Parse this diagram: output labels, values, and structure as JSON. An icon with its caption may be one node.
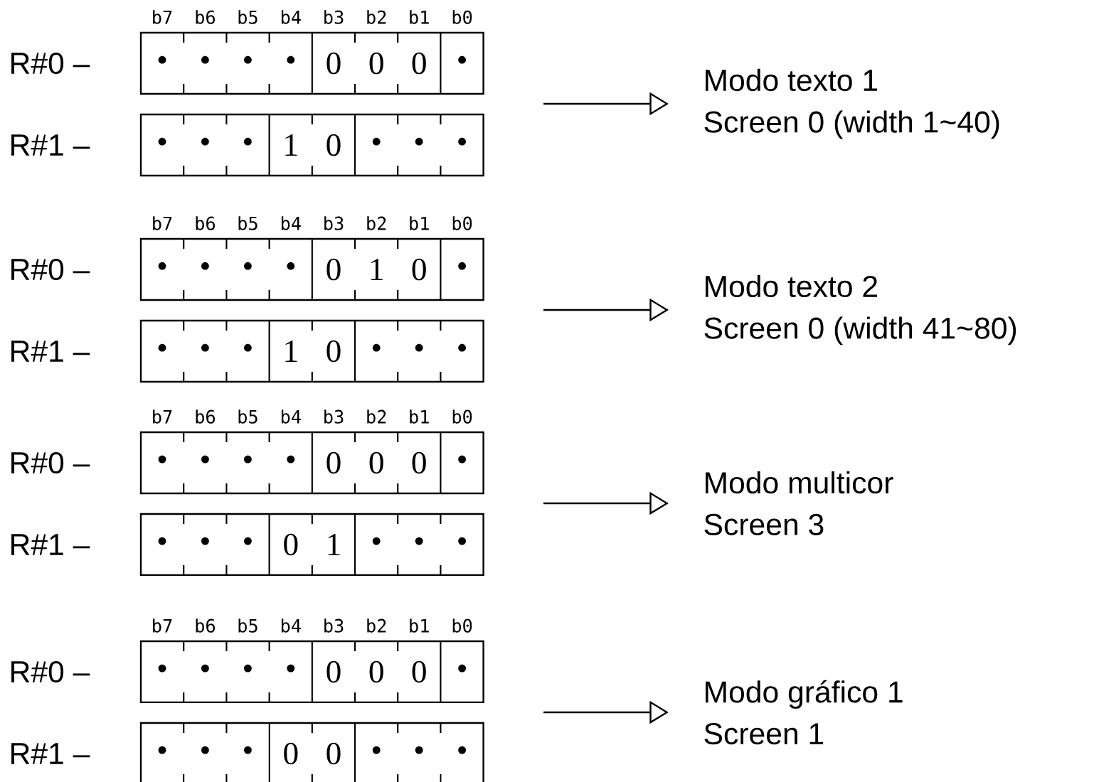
{
  "diagram": {
    "nodes": [
      {
        "text": [
          "•",
          "•",
          "•",
          "•",
          "0",
          "0",
          "0",
          "•"
        ],
        "beside": [
          "R#0 –"
        ]
      },
      {
        "text": [
          "•",
          "•",
          "•",
          "1",
          "0",
          "•",
          "•",
          "•"
        ],
        "beside": [
          "R#1 –"
        ]
      },
      {
        "text": [
          "Modo texto 1",
          "Screen 0 (width 1~40)"
        ]
      },
      {
        "text": [
          "•",
          "•",
          "•",
          "•",
          "0",
          "1",
          "0",
          "•"
        ],
        "beside": [
          "R#0 –"
        ]
      },
      {
        "text": [
          "•",
          "•",
          "•",
          "1",
          "0",
          "•",
          "•",
          "•"
        ],
        "beside": [
          "R#1 –"
        ]
      },
      {
        "text": [
          "Modo texto 2",
          "Screen 0 (width 41~80)"
        ]
      },
      {
        "text": [
          "•",
          "•",
          "•",
          "•",
          "0",
          "0",
          "0",
          "•"
        ],
        "beside": [
          "R#0 –"
        ]
      },
      {
        "text": [
          "•",
          "•",
          "•",
          "0",
          "1",
          "•",
          "•",
          "•"
        ],
        "beside": [
          "R#1 –"
        ]
      },
      {
        "text": [
          "Modo multicor",
          "Screen 3"
        ]
      },
      {
        "text": [
          "•",
          "•",
          "•",
          "•",
          "0",
          "0",
          "0",
          "•"
        ],
        "beside": [
          "R#0 –"
        ]
      },
      {
        "text": [
          "•",
          "•",
          "•",
          "0",
          "0",
          "•",
          "•",
          "•"
        ],
        "beside": [
          "R#1 –"
        ]
      },
      {
        "text": [
          "Modo gráfico 1",
          "Screen 1"
        ]
      }
    ],
    "edges": [
      {
        "from": null,
        "to": 2,
        "arrow": "to"
      },
      {
        "from": null,
        "to": 5,
        "arrow": "to"
      },
      {
        "from": null,
        "to": 8,
        "arrow": "to"
      },
      {
        "from": null,
        "to": 11,
        "arrow": "to"
      }
    ],
    "labels": [
      "b7",
      "b6",
      "b5",
      "b4",
      "b3",
      "b2",
      "b1",
      "b0",
      "b7",
      "b6",
      "b5",
      "b4",
      "b3",
      "b2",
      "b1",
      "b0",
      "b7",
      "b6",
      "b5",
      "b4",
      "b3",
      "b2",
      "b1",
      "b0",
      "b7",
      "b6",
      "b5",
      "b4",
      "b3",
      "b2",
      "b1",
      "b0"
    ]
  }
}
